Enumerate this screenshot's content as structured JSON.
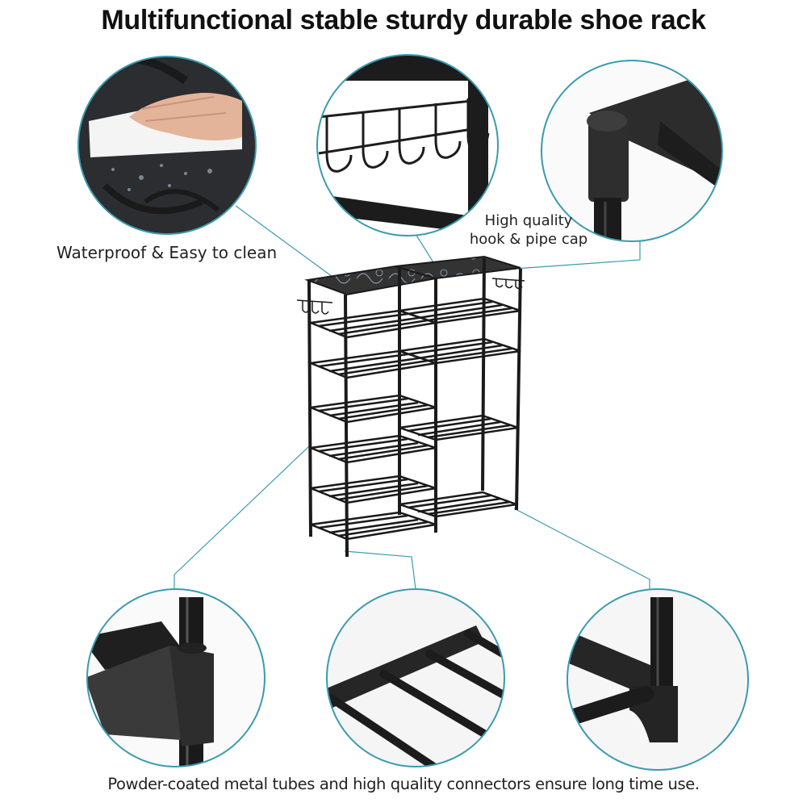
{
  "title": "Multifunctional stable sturdy durable shoe rack",
  "callouts": {
    "waterproof": "Waterproof & Easy to clean",
    "hook_line1": "High quality",
    "hook_line2": "hook & pipe cap",
    "bottom": "Powder-coated metal tubes and high quality connectors ensure long time use."
  },
  "detail_circles": [
    {
      "id": "waterproof-top",
      "subject": "wiping waterproof fabric top with cloth"
    },
    {
      "id": "hooks",
      "subject": "side hooks"
    },
    {
      "id": "pipe-cap",
      "subject": "top pipe cap connector"
    },
    {
      "id": "connector",
      "subject": "side shelf connector joint"
    },
    {
      "id": "tubes",
      "subject": "powder-coated shelf tubes"
    },
    {
      "id": "foot",
      "subject": "bottom foot connector"
    }
  ],
  "colors": {
    "accent_line": "#3a9bb0",
    "frame": "#1a1a1a",
    "text": "#111111"
  }
}
